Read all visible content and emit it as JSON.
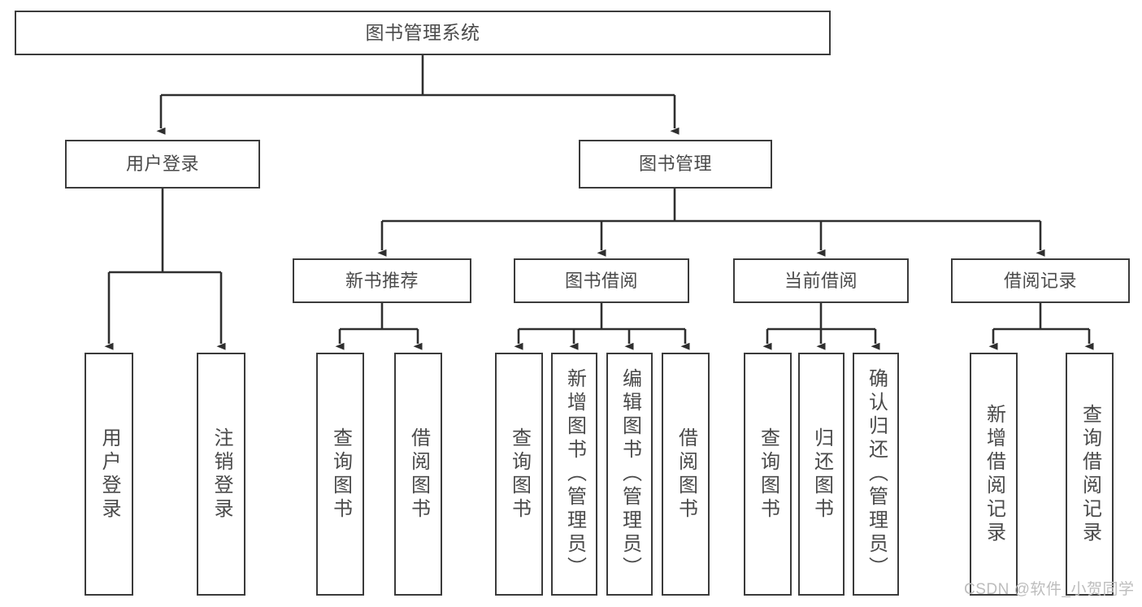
{
  "diagram": {
    "title": "图书管理系统",
    "type": "tree-hierarchy-diagram",
    "colors": {
      "border": "#3b3b3b",
      "text": "#4a4a4a",
      "background": "#ffffff",
      "edge": "#2f2f2f",
      "watermark": "#bdbdbd"
    },
    "root": {
      "label": "图书管理系统"
    },
    "level1": [
      {
        "label": "用户登录"
      },
      {
        "label": "图书管理"
      }
    ],
    "level2": [
      {
        "label": "新书推荐"
      },
      {
        "label": "图书借阅"
      },
      {
        "label": "当前借阅"
      },
      {
        "label": "借阅记录"
      }
    ],
    "leaves": {
      "user_login": [
        {
          "label": "用户登录"
        },
        {
          "label": "注销登录"
        }
      ],
      "new_book_recommend": [
        {
          "label": "查询图书"
        },
        {
          "label": "借阅图书"
        }
      ],
      "book_borrow": [
        {
          "label": "查询图书"
        },
        {
          "label": "新增图书（管理员）"
        },
        {
          "label": "编辑图书（管理员）"
        },
        {
          "label": "借阅图书"
        }
      ],
      "current_borrow": [
        {
          "label": "查询图书"
        },
        {
          "label": "归还图书"
        },
        {
          "label": "确认归还（管理员）"
        }
      ],
      "borrow_record": [
        {
          "label": "新增借阅记录"
        },
        {
          "label": "查询借阅记录"
        }
      ]
    },
    "watermark": "CSDN @软件_小贺同学"
  }
}
